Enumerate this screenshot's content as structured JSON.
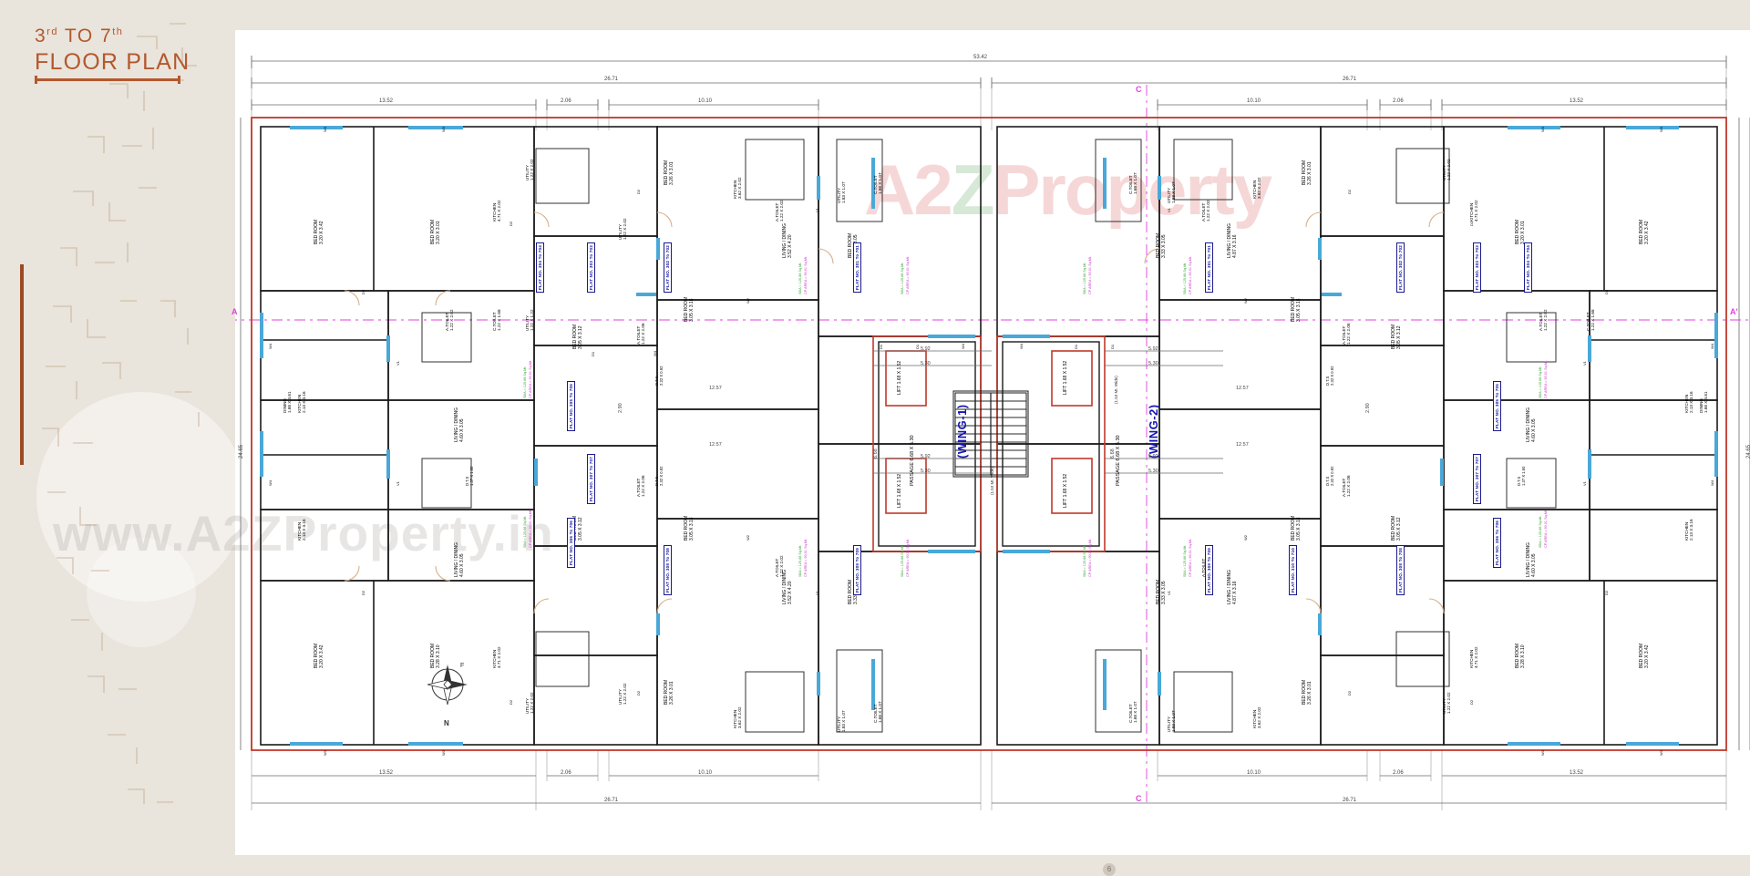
{
  "title": {
    "line1_prefix": "3",
    "line1_sup1": "rd",
    "line1_mid": " TO 7",
    "line1_sup2": "th",
    "line2": "FLOOR PLAN",
    "accent_color": "#b4582d"
  },
  "watermark": {
    "brand_a": "A2",
    "brand_z": "Z",
    "brand_tail": "Property",
    "url": "www.A2ZProperty.in"
  },
  "sheet": {
    "page_marker": "6",
    "compass_north": "N",
    "compass_label": "F"
  },
  "section_marks": {
    "a_left": "A",
    "a_right": "A'",
    "c_top": "C",
    "c_bottom": "C"
  },
  "dimensions": {
    "overall_top": "53.42",
    "half_top_left": "26.71",
    "half_top_right": "26.71",
    "bay_13_52": "13.52",
    "bay_2_06": "2.06",
    "bay_10_10": "10.10",
    "overall_side": "24.65",
    "passage_12_57": "12.57",
    "passage_2_90": "2.90",
    "lobby_5_92": "5.92",
    "lobby_5_30": "5.30",
    "lobby_6_68": "6.68",
    "stair_width_note": "(1.53 Mt. Wide)"
  },
  "wings": [
    {
      "label": "(WING-1)"
    },
    {
      "label": "(WING-2)"
    }
  ],
  "cores": {
    "lift_label": "LIFT",
    "lift_size": "1.68 X 1.52",
    "passage_label": "PASSAGE",
    "passage_size": "6.68 X 5.30",
    "passage_size_alt": "2.90 X 12.57"
  },
  "room_types": {
    "bed_room": "BED ROOM",
    "living_dining": "LIVING / DINING",
    "kitchen": "KITCHEN",
    "utility": "UTILITY",
    "toilet": "TOILET",
    "c_toilet": "C.TOILET",
    "a_toilet": "A.TOILET",
    "dining": "DINING",
    "d_t_s": "D.T.S",
    "passage": "PASSAGE"
  },
  "room_sizes": {
    "bed_3_20x3_42": "3.20 X 3.42",
    "bed_3_20x3_01": "3.20 X 3.01",
    "bed_3_33x3_05": "3.33 X 3.05",
    "bed_3_33x3_16": "3.33 X 3.16",
    "bed_3_05x3_12": "3.05 X 3.12",
    "bed_3_05x3_16": "3.05 X 3.16",
    "bed_3_26x3_01": "3.26 X 3.01",
    "bed_3_28x3_10": "3.28 X 3.10",
    "liv_4_87x3_16": "4.87 X 3.16",
    "liv_4_60x3_05": "4.60 X 3.05",
    "liv_3_52x4_20": "3.52 X 4.20",
    "liv_4_50x3_16": "4.50 X 3.16",
    "kit_4_71x2_02": "4.71 X 2.02",
    "kit_3_62x2_02": "3.62 X 2.02",
    "kit_2_13x3_16": "2.13 X 3.16",
    "util_1_22x2_02": "1.22 X 2.02",
    "util_1_22x1_22": "1.22 X 1.22",
    "util_1_68x1_07": "1.68 X 1.07",
    "util_1_83x1_07": "1.83 X 1.07",
    "a_toilet_1_22x2_06": "1.22 X 2.06",
    "a_toilet_1_22x2_02": "1.22 X 2.02",
    "a_toilet_1_68x1_68": "1.68 X 1.68",
    "c_toilet_1_68x1_07": "1.68 X 1.07",
    "c_toilet_2_77x1_68": "2.77 X 1.68",
    "c_toilet_1_22x1_68": "1.22 X 1.68",
    "dining_1_68x4_61": "1.68 X 4.61",
    "dts_2_32x0_92": "2.32 X 0.92",
    "dts_1_37x1_60": "1.37 X 1.60"
  },
  "door_window_tags": {
    "d1": "D1",
    "d2": "D2",
    "d3": "D3",
    "w1": "W1",
    "w2": "W2",
    "w3": "W3",
    "w4": "W4",
    "v1": "V1",
    "v2": "V2"
  },
  "area_note": {
    "sba": "SBA = 125.68 Sq.Mt.",
    "carpet": "CP AREA = 90.01 Sq.Mt."
  },
  "flats": [
    {
      "id": "f304",
      "label": "FLAT NO. 304 To 704"
    },
    {
      "id": "f303",
      "label": "FLAT NO. 303 To 703"
    },
    {
      "id": "f302",
      "label": "FLAT NO. 302 To 702"
    },
    {
      "id": "f301",
      "label": "FLAT NO. 301 To 701"
    },
    {
      "id": "f305",
      "label": "FLAT NO. 305 To 705"
    },
    {
      "id": "f306",
      "label": "FLAT NO. 306 To 706"
    },
    {
      "id": "f307",
      "label": "FLAT NO. 307 To 707"
    },
    {
      "id": "f308",
      "label": "FLAT NO. 308 To 708"
    },
    {
      "id": "f309",
      "label": "FLAT NO. 309 To 709"
    },
    {
      "id": "f310",
      "label": "FLAT NO. 310 To 710"
    }
  ],
  "colors": {
    "wall_dark": "#1b1b1b",
    "wall_red": "#c0392b",
    "window_blue": "#4aa8d8",
    "dim_grey": "#6a6a6a",
    "flat_blue": "#1414a0",
    "section_magenta": "#e040e0",
    "text_black": "#111111"
  }
}
